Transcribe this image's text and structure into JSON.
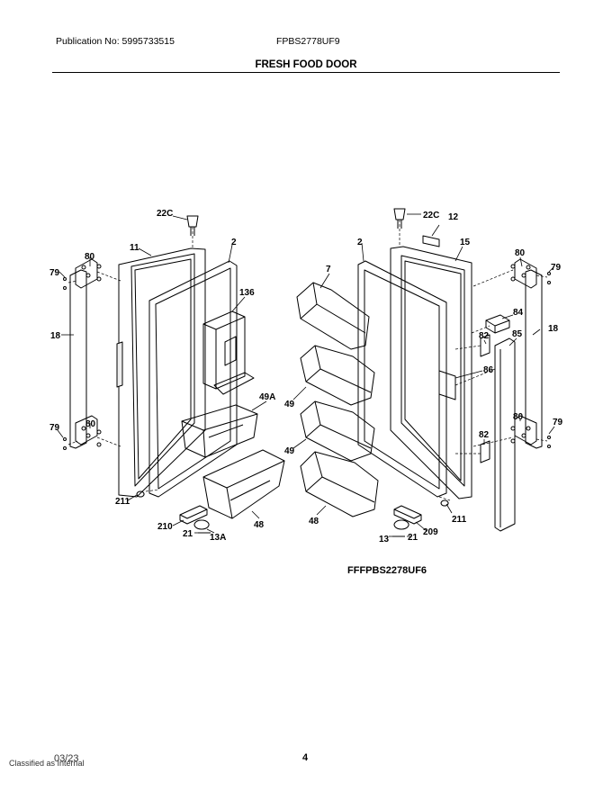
{
  "header": {
    "publication": "Publication No: 5995733515",
    "model": "FPBS2778UF9",
    "section_title": "FRESH FOOD DOOR"
  },
  "diagram": {
    "labels": {
      "l22c": "22C",
      "r22c": "22C",
      "r12": "12",
      "l11": "11",
      "l2": "2",
      "r2": "2",
      "r15": "15",
      "l80a": "80",
      "l79a": "79",
      "r80a": "80",
      "r79a": "79",
      "l136": "136",
      "r7": "7",
      "r84": "84",
      "l18": "18",
      "r18": "18",
      "r82a": "82",
      "r85": "85",
      "r86": "86",
      "l49a": "49A",
      "r49a": "49",
      "r49b": "49",
      "l79b": "79",
      "l80b": "80",
      "r80b": "80",
      "r79b": "79",
      "r82b": "82",
      "l211": "211",
      "r211": "211",
      "l48": "48",
      "r48": "48",
      "l210": "210",
      "l21": "21",
      "l13a": "13A",
      "r209": "209",
      "r13": "13",
      "r21": "21"
    },
    "figure_code": "FFFPBS2278UF6"
  },
  "footer": {
    "date": "03/23",
    "page": "4",
    "classification": "Classified as Internal"
  }
}
